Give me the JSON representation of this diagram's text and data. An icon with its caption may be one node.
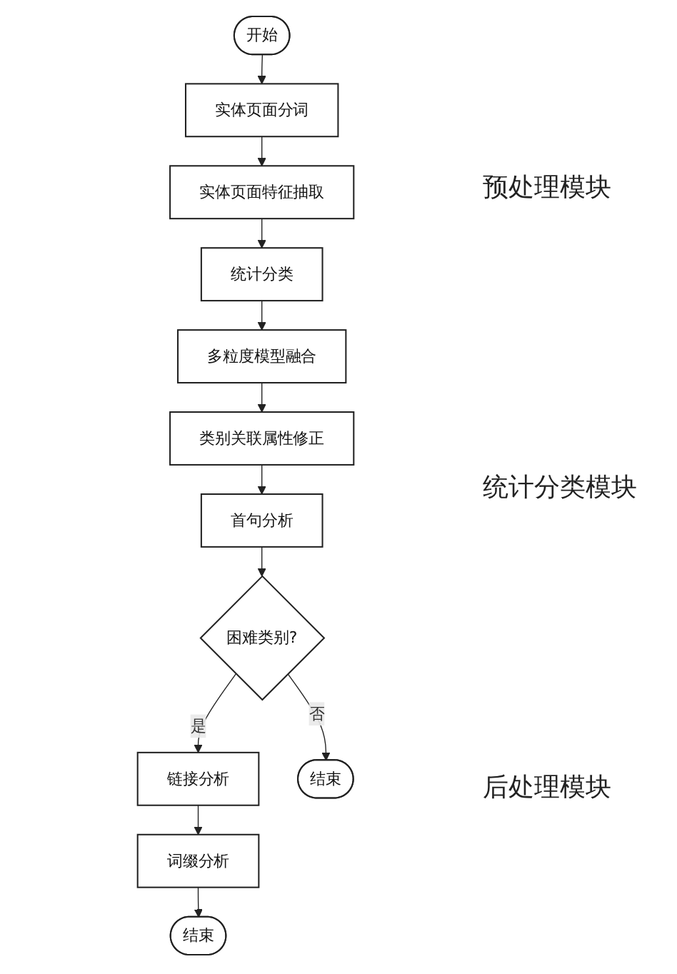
{
  "diagram": {
    "nodes": [
      {
        "text": [
          "开始"
        ]
      },
      {
        "text": [
          "实体页面分词"
        ]
      },
      {
        "text": [
          "实体页面特征抽取"
        ]
      },
      {
        "text": [
          "统计分类"
        ]
      },
      {
        "text": [
          "多粒度模型融合"
        ]
      },
      {
        "text": [
          "类别关联属性修正"
        ]
      },
      {
        "text": [
          "首句分析"
        ]
      },
      {
        "text": [
          "困难类别?"
        ]
      },
      {
        "text": [
          "链接分析"
        ]
      },
      {
        "text": [
          "结束"
        ]
      },
      {
        "text": [
          "词缀分析"
        ]
      },
      {
        "text": [
          "结束"
        ]
      }
    ],
    "edges": [
      {
        "from": 0,
        "to": 1,
        "arrow": "to"
      },
      {
        "from": 1,
        "to": 2,
        "arrow": "to"
      },
      {
        "from": 2,
        "to": 3,
        "arrow": "to"
      },
      {
        "from": 3,
        "to": 4,
        "arrow": "to"
      },
      {
        "from": 4,
        "to": 5,
        "arrow": "to"
      },
      {
        "from": 5,
        "to": 6,
        "arrow": "to"
      },
      {
        "from": 6,
        "to": 7,
        "arrow": "to"
      },
      {
        "from": 7,
        "to": 8,
        "arrow": "to",
        "label": "是"
      },
      {
        "from": 7,
        "to": 9,
        "arrow": "to",
        "label": "否"
      },
      {
        "from": 8,
        "to": 10,
        "arrow": "to"
      },
      {
        "from": 10,
        "to": 11,
        "arrow": "to"
      }
    ],
    "labels": [
      "预处理模块",
      "统计分类模块",
      "后处理模块"
    ]
  }
}
